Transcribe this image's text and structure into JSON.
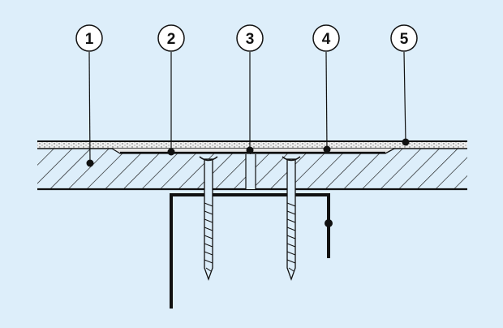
{
  "diagram": {
    "callouts": [
      {
        "label": "1"
      },
      {
        "label": "2"
      },
      {
        "label": "3"
      },
      {
        "label": "4"
      },
      {
        "label": "5"
      }
    ]
  },
  "colors": {
    "background": "#ddeefa",
    "line": "#111111",
    "board_fill": "#ddeefa",
    "finish_coat": "#e6e6e6"
  }
}
